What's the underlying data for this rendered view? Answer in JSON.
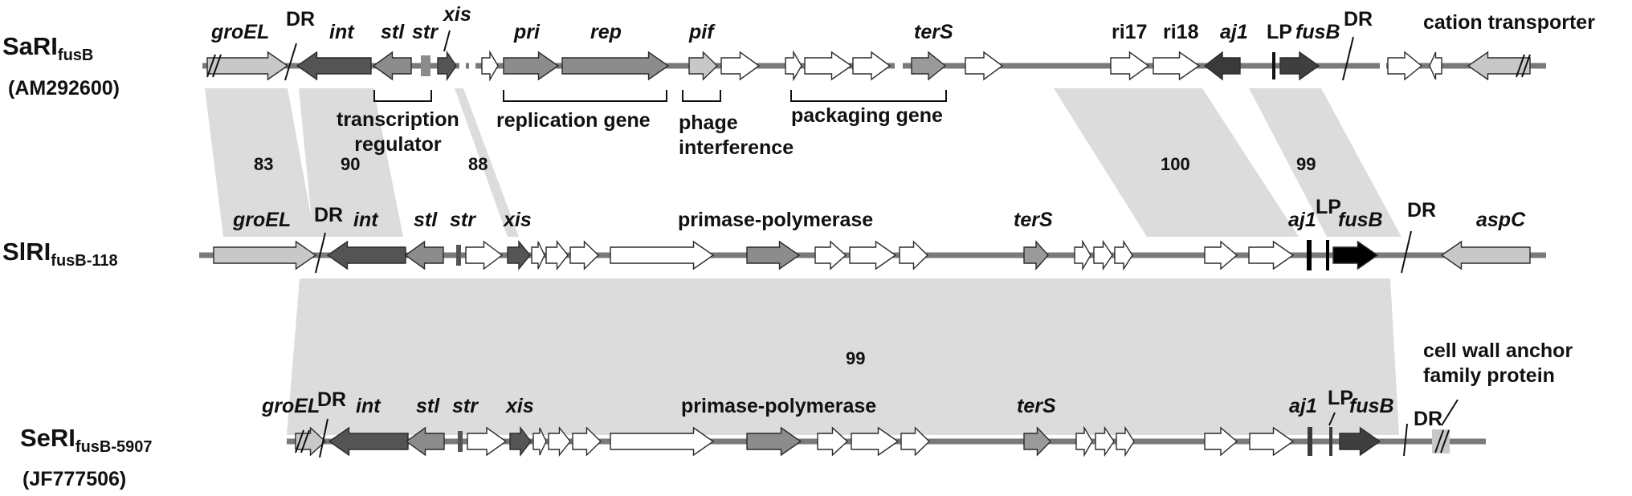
{
  "elements": [
    {
      "name": "SaRI",
      "subscript": "fusB",
      "accession": "(AM292600)"
    },
    {
      "name": "SlRI",
      "subscript": "fusB-118",
      "accession": ""
    },
    {
      "name": "SeRI",
      "subscript": "fusB-5907",
      "accession": "(JF777506)"
    }
  ],
  "genes_saRI": {
    "groEL": "groEL",
    "int": "int",
    "stl": "stl",
    "str": "str",
    "xis": "xis",
    "pri": "pri",
    "rep": "rep",
    "pif": "pif",
    "terS": "terS",
    "aj1": "aj1",
    "fusB": "fusB"
  },
  "plain_saRI": {
    "dr1": "DR",
    "ri17": "ri17",
    "ri18": "ri18",
    "lp": "LP",
    "dr2": "DR",
    "cation": "cation transporter"
  },
  "brackets_saRI": {
    "transcription": "transcription\nregulator",
    "replication": "replication gene",
    "phage": "phage\ninterference",
    "packaging": "packaging gene"
  },
  "genes_slRI": {
    "groEL": "groEL",
    "int": "int",
    "stl": "stl",
    "str": "str",
    "xis": "xis",
    "terS": "terS",
    "aj1": "aj1",
    "fusB": "fusB",
    "aspC": "aspC"
  },
  "plain_slRI": {
    "dr1": "DR",
    "primase": "primase-polymerase",
    "lp": "LP",
    "dr2": "DR"
  },
  "genes_seRI": {
    "groEL": "groEL",
    "int": "int",
    "stl": "stl",
    "str": "str",
    "xis": "xis",
    "terS": "terS",
    "aj1": "aj1",
    "fusB": "fusB"
  },
  "plain_seRI": {
    "dr1": "DR",
    "primase": "primase-polymerase",
    "lp": "LP",
    "dr2": "DR",
    "cellwall": "cell wall anchor\nfamily protein"
  },
  "identities": {
    "groEL": "83",
    "int": "90",
    "xis": "88",
    "aj1": "100",
    "fusB": "99",
    "core": "99"
  },
  "colors": {
    "backbone": "#7a7a7a",
    "shade": "#dcdcdc",
    "groEL": "#c8c8c8",
    "int": "#545454",
    "stl": "#8c8c8c",
    "pri": "#8c8c8c",
    "xis": "#555555",
    "aj1": "#3a3a3a",
    "fusB": "#3f3f3f",
    "fusB_black": "#000000",
    "terS": "#9a9a9a",
    "white": "#ffffff"
  }
}
